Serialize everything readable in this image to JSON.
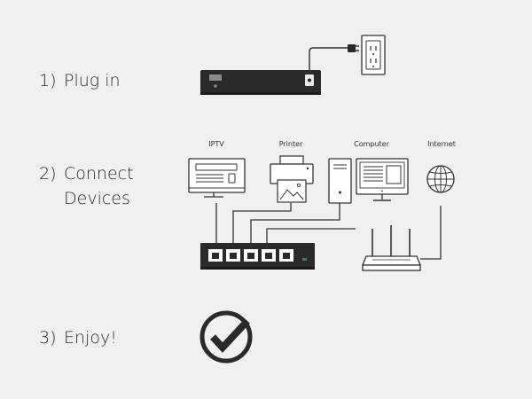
{
  "steps": [
    {
      "number": "1)",
      "text": "Plug in"
    },
    {
      "number": "2)",
      "text": "Connect\nDevices"
    },
    {
      "number": "3)",
      "text": "Enjoy!"
    }
  ],
  "devices": {
    "iptv": "IPTV",
    "printer": "Printer",
    "computer": "Computer",
    "internet": "Internet"
  },
  "colors": {
    "background": "#f0f0f0",
    "device_dark": "#2a2a2a",
    "line": "#333333",
    "led_green": "#2e8b57"
  }
}
